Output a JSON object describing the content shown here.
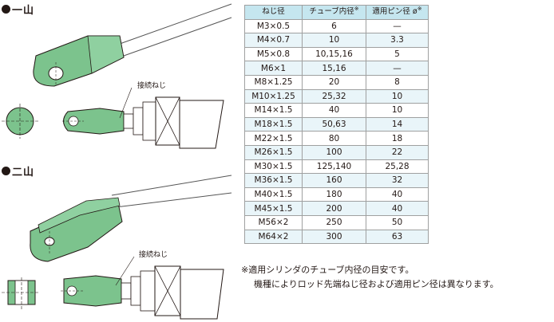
{
  "section_one": {
    "title": "一山"
  },
  "section_two": {
    "title": "二山"
  },
  "callout_one": "接続ねじ",
  "callout_two": "接続ねじ",
  "table": {
    "headers": [
      "ねじ径",
      "チューブ内径",
      "適用ピン径 ø"
    ],
    "header_marks": [
      "",
      "※",
      "※"
    ],
    "rows": [
      [
        "M3×0.5",
        "6",
        "—"
      ],
      [
        "M4×0.7",
        "10",
        "3.3"
      ],
      [
        "M5×0.8",
        "10,15,16",
        "5"
      ],
      [
        "M6×1",
        "15,16",
        "—"
      ],
      [
        "M8×1.25",
        "20",
        "8"
      ],
      [
        "M10×1.25",
        "25,32",
        "10"
      ],
      [
        "M14×1.5",
        "40",
        "10"
      ],
      [
        "M18×1.5",
        "50,63",
        "14"
      ],
      [
        "M22×1.5",
        "80",
        "18"
      ],
      [
        "M26×1.5",
        "100",
        "22"
      ],
      [
        "M30×1.5",
        "125,140",
        "25,28"
      ],
      [
        "M36×1.5",
        "160",
        "32"
      ],
      [
        "M40×1.5",
        "180",
        "40"
      ],
      [
        "M45×1.5",
        "200",
        "40"
      ],
      [
        "M56×2",
        "250",
        "50"
      ],
      [
        "M64×2",
        "300",
        "63"
      ]
    ]
  },
  "note": {
    "line1": "※適用シリンダのチューブ内径の目安です。",
    "line2": "機種によりロッド先端ねじ径および適用ピン径は異なります。"
  },
  "colors": {
    "part_green": "#7cc38d",
    "header_bg": "#c5e6ef",
    "row_alt_bg": "#e9f5f9"
  }
}
